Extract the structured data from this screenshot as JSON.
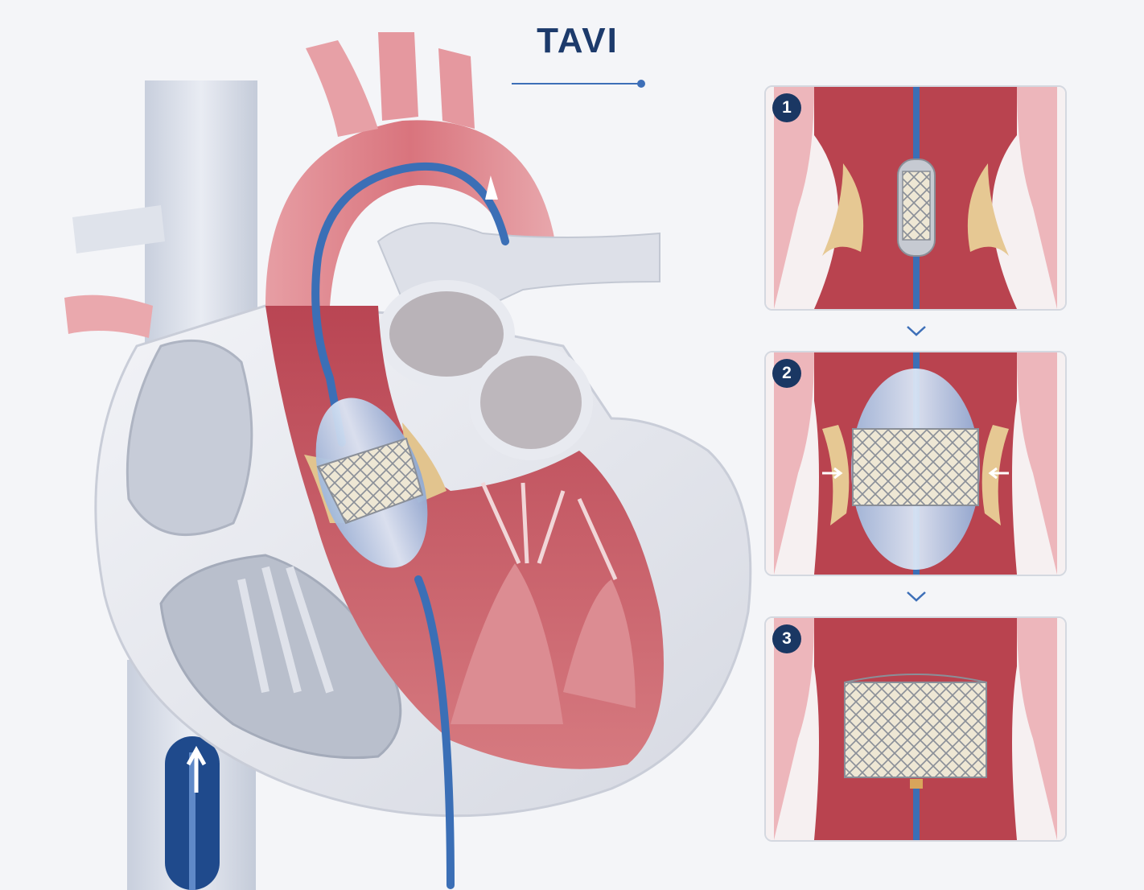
{
  "title": "TAVI",
  "steps": [
    {
      "number": "1"
    },
    {
      "number": "2"
    },
    {
      "number": "3"
    }
  ],
  "colors": {
    "title": "#1c3a6b",
    "accent": "#3d6fb8",
    "badge": "#1a3763",
    "catheter": "#3b6fb6",
    "tissue": "#c25a62",
    "calcification": "#e2c48e",
    "heart_shell": "#e6e8ee"
  }
}
